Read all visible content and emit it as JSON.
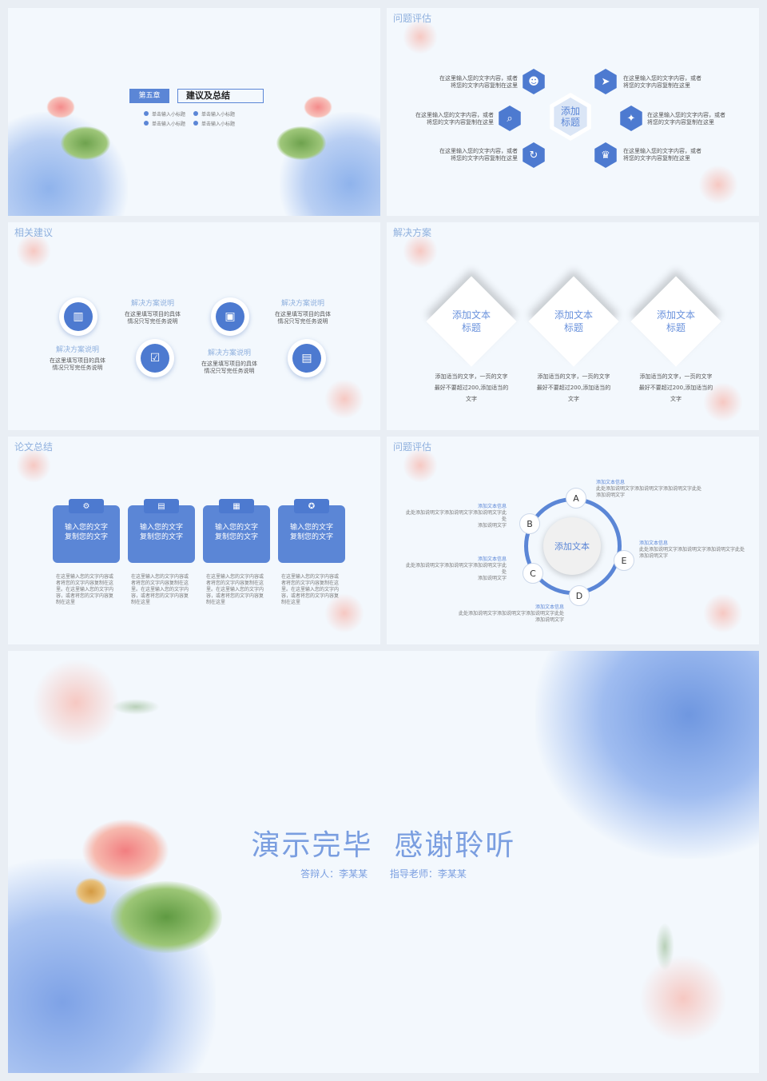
{
  "slide1": {
    "chapter": "第五章",
    "title": "建议及总结",
    "bullets": [
      "单击输入小标题",
      "单击输入小标题",
      "单击输入小标题",
      "单击输入小标题"
    ]
  },
  "slide2": {
    "title": "问题评估",
    "center": "添加\n标题",
    "items": [
      "在这里输入您的文字内容，或者\n将您的文字内容复制在这里",
      "在这里输入您的文字内容，或者\n将您的文字内容复制在这里",
      "在这里输入您的文字内容，或者\n将您的文字内容复制在这里",
      "在这里输入您的文字内容，或者\n将您的文字内容复制在这里",
      "在这里输入您的文字内容，或者\n将您的文字内容复制在这里",
      "在这里输入您的文字内容，或者\n将您的文字内容复制在这里"
    ]
  },
  "slide3": {
    "title": "相关建议",
    "heading": "解决方案说明",
    "body": "在这里填写项目的具体\n情况只写完任务说明"
  },
  "slide4": {
    "title": "解决方案",
    "diamond": "添加文本\n标题",
    "body": "添加适当的文字，一页的文字\n最好不要超过200,添加适当的\n文字"
  },
  "slide5": {
    "title": "论文总结",
    "card": "输入您的文字\n复制您的文字",
    "body": "在这里输入您的文字内容或\n者将您的文字内容复制在这\n里。在这里输入您的文字内\n容，或者将您的文字内容复\n制在这里"
  },
  "slide6": {
    "title": "问题评估",
    "center": "添加文本",
    "nodes": [
      "A",
      "B",
      "C",
      "D",
      "E"
    ],
    "info_title": "添加文本信息",
    "info_body": "此处添加说明文字添加说明文字添加说明文字此处\n添加说明文字"
  },
  "slide7": {
    "title": "演示完毕  感谢聆听",
    "presenter": "答辩人：李某某",
    "advisor": "指导老师：李某某"
  },
  "colors": {
    "accent": "#4d7ad0",
    "light": "#5b86d6",
    "bg": "#f3f8fd"
  }
}
